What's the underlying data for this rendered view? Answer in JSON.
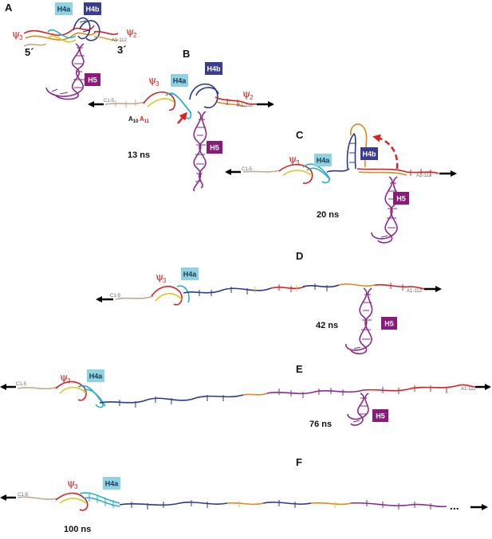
{
  "figure": {
    "colors": {
      "h4a_box": "#8fd3e0",
      "h4b_box": "#3a3c94",
      "h5_box": "#8b1a7c",
      "psi_label": "#d62222",
      "arrow": "#000000",
      "turn_arrow": "#e02020",
      "red_strand": "#d62222",
      "purple_strand": "#8b2a8c",
      "navy_strand": "#2a3a8c",
      "cyan_strand": "#28b0c8",
      "orange_strand": "#e08820",
      "yellow_strand": "#d8c820",
      "tan_strand": "#c8a888"
    },
    "panels": [
      {
        "id": "A",
        "labels": {
          "h4a": "H4a",
          "h4b": "H4b",
          "h5": "H5",
          "psi3": "ψ",
          "psi3_sub": "3",
          "psi2": "ψ",
          "psi2_sub": "2",
          "five_prime": "5´",
          "three_prime": "3´",
          "end_label": "A1-112"
        },
        "time": ""
      },
      {
        "id": "B",
        "labels": {
          "h4a": "H4a",
          "h4b": "H4b",
          "h5": "H5",
          "psi3": "ψ",
          "psi3_sub": "3",
          "psi2": "ψ",
          "psi2_sub": "2",
          "a10": "A",
          "a10_sub": "10",
          "a11": "A",
          "a11_sub": "11",
          "start_label": "C1-5",
          "end_label": "A1-112"
        },
        "time": "13 ns"
      },
      {
        "id": "C",
        "labels": {
          "h4a": "H4a",
          "h4b": "H4b",
          "h5": "H5",
          "psi3": "ψ",
          "psi3_sub": "3",
          "start_label": "C1-5",
          "end_label": "A1-112"
        },
        "time": "20 ns"
      },
      {
        "id": "D",
        "labels": {
          "h4a": "H4a",
          "h5": "H5",
          "psi3": "ψ",
          "psi3_sub": "3",
          "start_label": "C1-5",
          "end_label": "A1-112"
        },
        "time": "42 ns"
      },
      {
        "id": "E",
        "labels": {
          "h4a": "H4a",
          "h5": "H5",
          "psi3": "ψ",
          "psi3_sub": "3",
          "start_label": "C1-5",
          "end_label": "A1-112"
        },
        "time": "76 ns"
      },
      {
        "id": "F",
        "labels": {
          "h4a": "H4a",
          "psi3": "ψ",
          "psi3_sub": "3",
          "start_label": "C1-5",
          "continuation": "..."
        },
        "time": "100 ns"
      }
    ]
  }
}
